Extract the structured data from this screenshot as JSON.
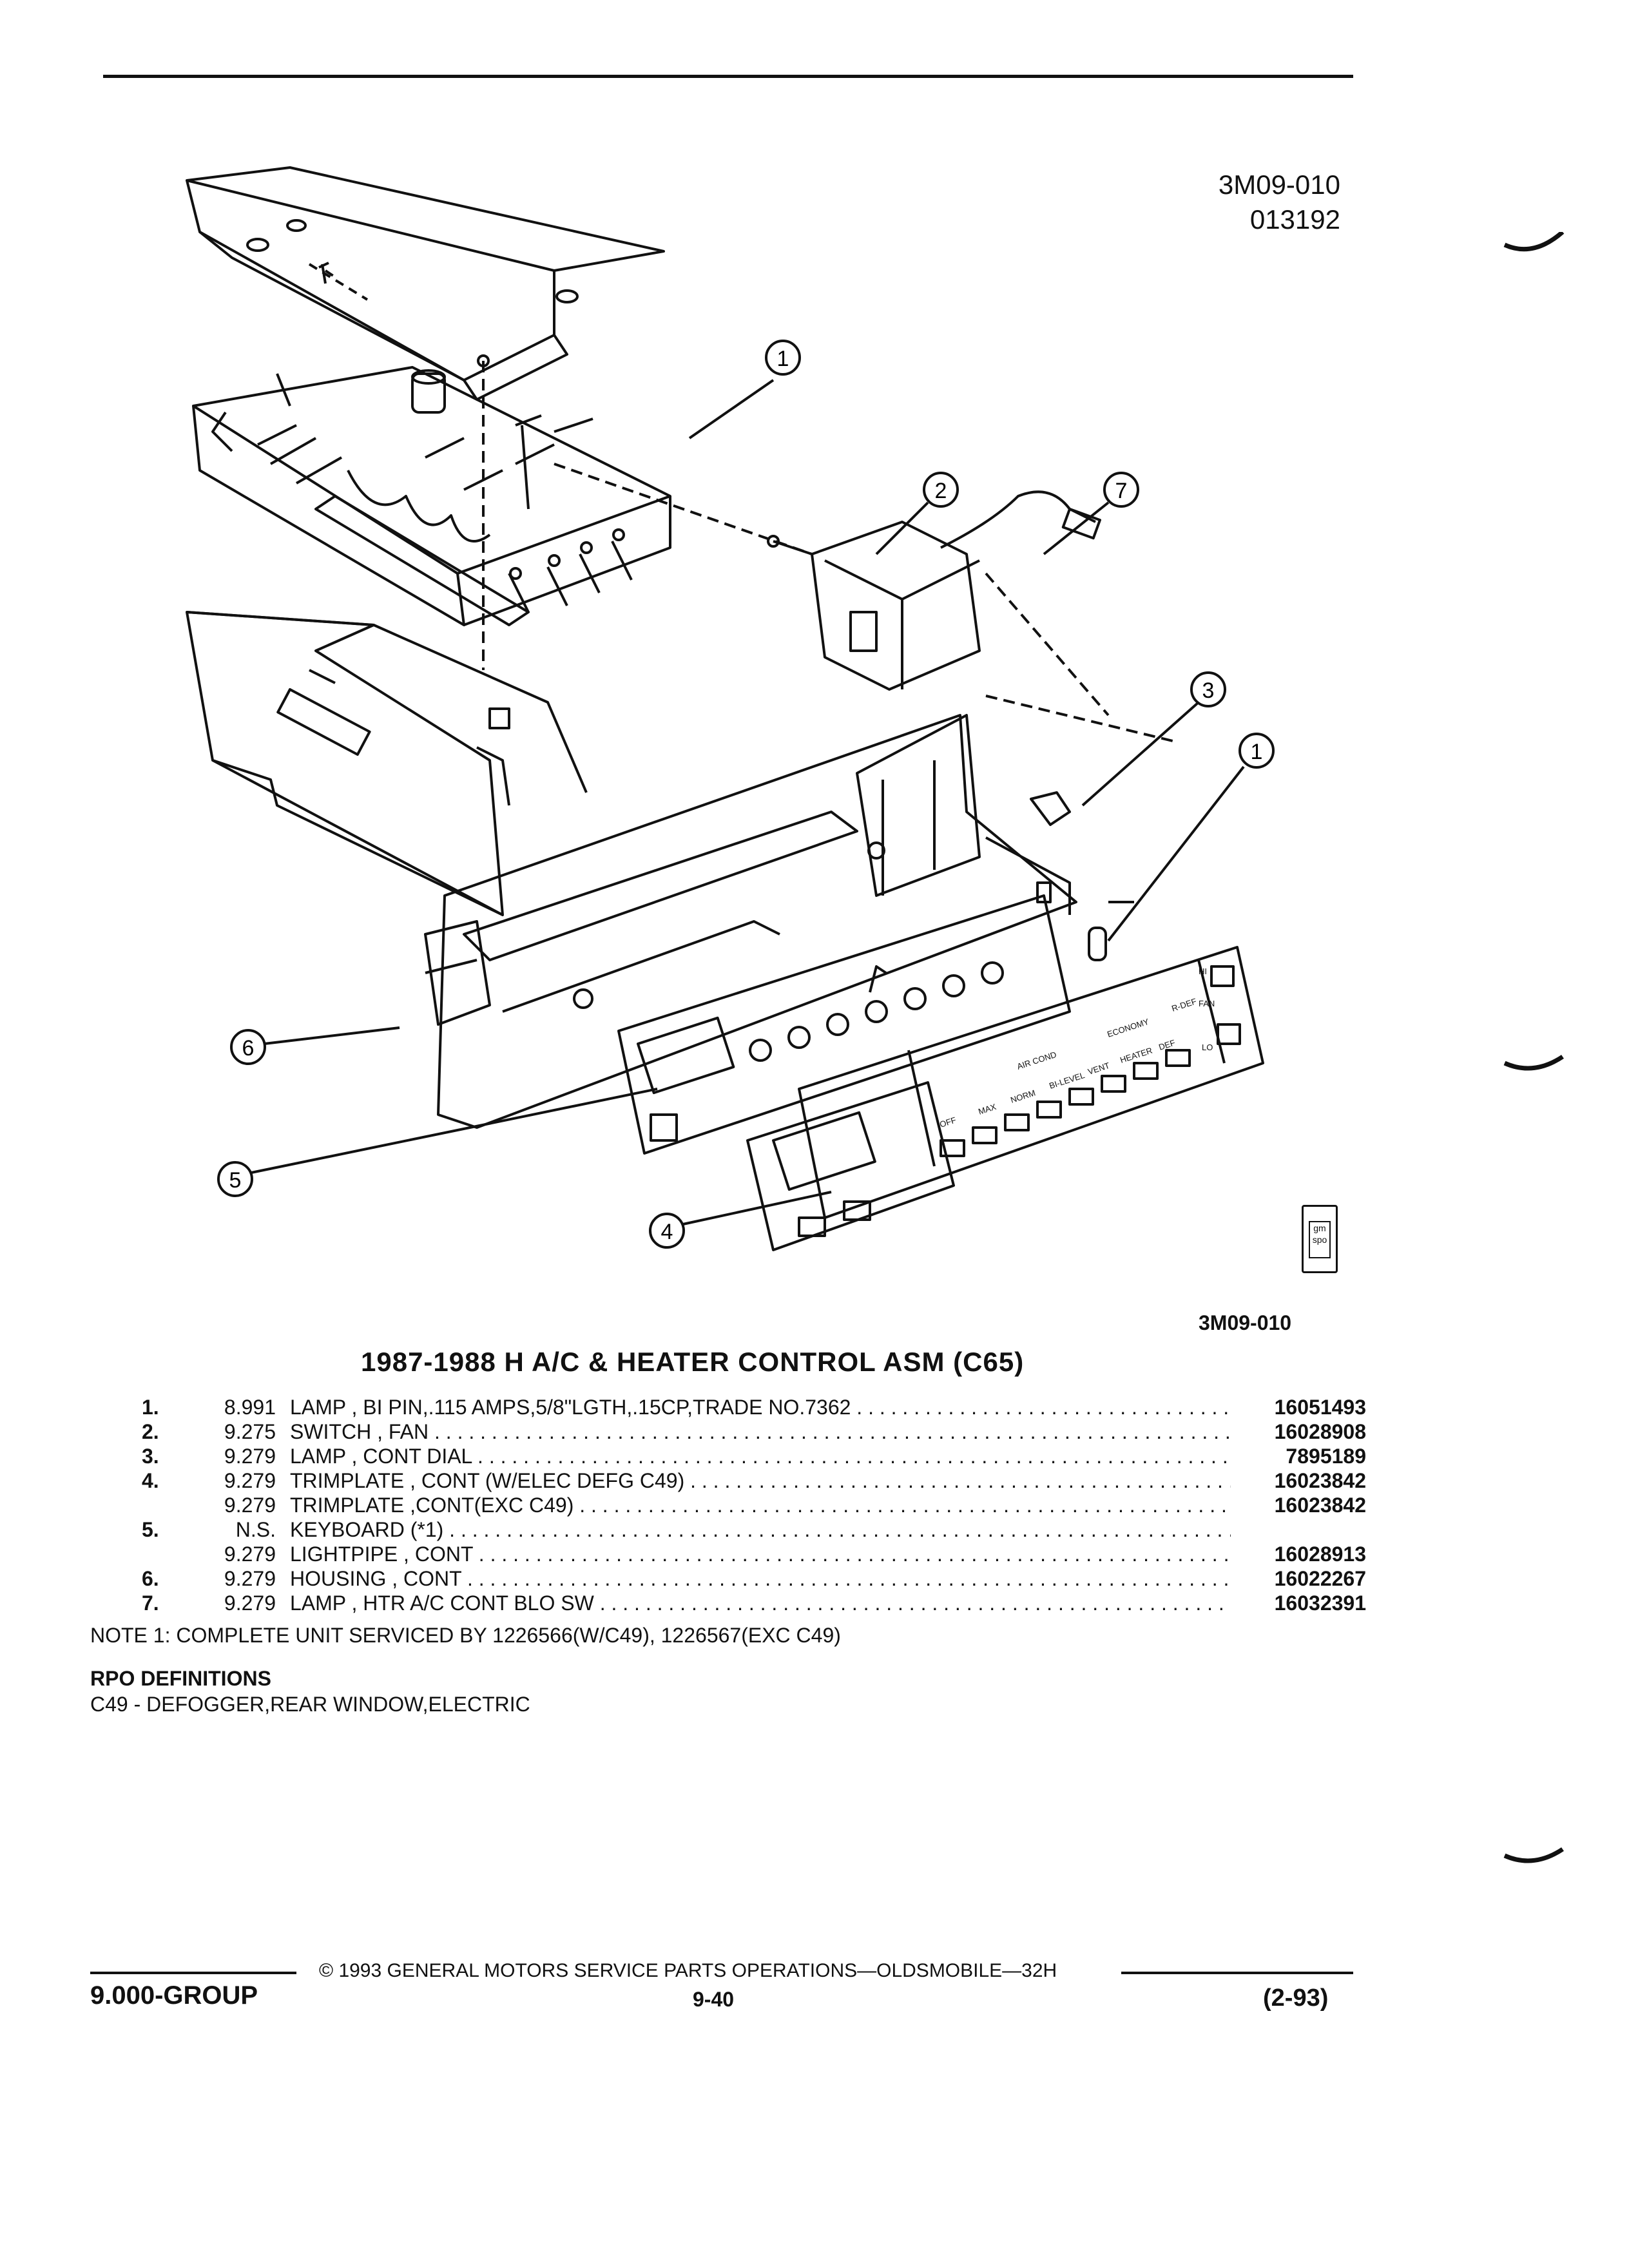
{
  "header": {
    "figure_code": "3M09-010",
    "figure_date": "013192"
  },
  "diagram": {
    "callouts": [
      "1",
      "2",
      "7",
      "3",
      "1",
      "6",
      "5",
      "4"
    ],
    "panel_labels": [
      "OFF",
      "MAX",
      "NORM",
      "BI-LEVEL",
      "VENT",
      "HEATER",
      "DEF",
      "AIR COND",
      "ECONOMY",
      "R-DEF",
      "HI",
      "FAN",
      "LO"
    ],
    "logo_text": [
      "gm",
      "spo"
    ]
  },
  "figure_code_bottom": "3M09-010",
  "section_title": "1987-1988 H A/C & HEATER CONTROL ASM (C65)",
  "parts": [
    {
      "item": "1.",
      "group": "8.991",
      "desc": "LAMP , BI PIN,.115 AMPS,5/8\"LGTH,.15CP,TRADE NO.7362",
      "part_no": "16051493"
    },
    {
      "item": "2.",
      "group": "9.275",
      "desc": "SWITCH , FAN",
      "part_no": "16028908"
    },
    {
      "item": "3.",
      "group": "9.279",
      "desc": "LAMP , CONT DIAL",
      "part_no": "7895189"
    },
    {
      "item": "4.",
      "group": "9.279",
      "desc": "TRIMPLATE , CONT (W/ELEC DEFG C49)",
      "part_no": "16023842"
    },
    {
      "item": "",
      "group": "9.279",
      "desc": "TRIMPLATE ,CONT(EXC C49)",
      "part_no": "16023842"
    },
    {
      "item": "5.",
      "group": "N.S.",
      "desc": "KEYBOARD (*1)",
      "part_no": ""
    },
    {
      "item": "",
      "group": "9.279",
      "desc": "LIGHTPIPE , CONT",
      "part_no": "16028913"
    },
    {
      "item": "6.",
      "group": "9.279",
      "desc": "HOUSING , CONT",
      "part_no": "16022267"
    },
    {
      "item": "7.",
      "group": "9.279",
      "desc": "LAMP , HTR A/C CONT BLO SW",
      "part_no": "16032391"
    }
  ],
  "note": "NOTE 1: COMPLETE UNIT SERVICED BY 1226566(W/C49), 1226567(EXC C49)",
  "rpo": {
    "heading": "RPO DEFINITIONS",
    "definition": "C49 - DEFOGGER,REAR WINDOW,ELECTRIC"
  },
  "footer": {
    "copyright": "© 1993 GENERAL MOTORS SERVICE PARTS OPERATIONS—OLDSMOBILE—32H",
    "group": "9.000-GROUP",
    "page": "9-40",
    "revision": "(2-93)"
  }
}
